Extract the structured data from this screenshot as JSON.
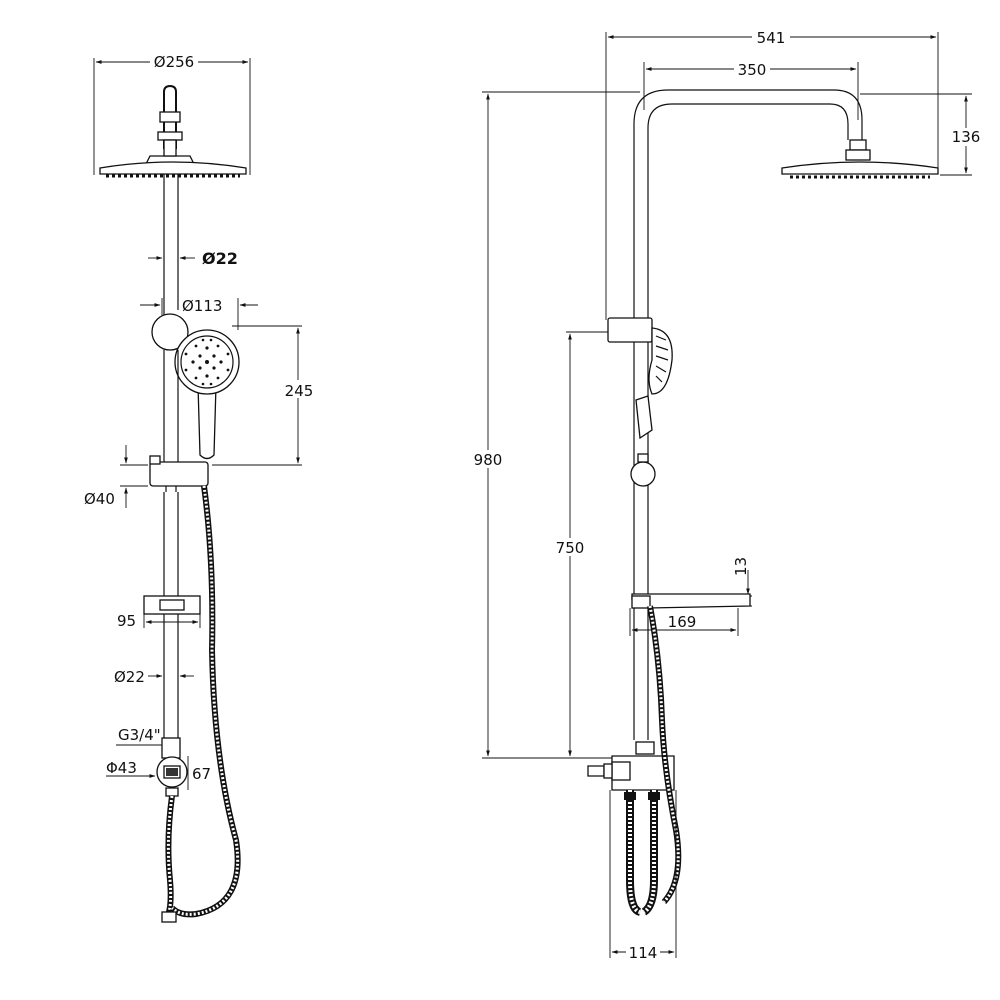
{
  "front_view": {
    "head_diameter": "Ø256",
    "rail_diameter_upper": "Ø22",
    "handset_diameter": "Ø113",
    "handset_height": "245",
    "holder_diameter": "Ø40",
    "shelf_width": "95",
    "rail_diameter_lower": "Ø22",
    "thread_size": "G3/4\"",
    "diverter_diameter": "Φ43",
    "diverter_height": "67"
  },
  "side_view": {
    "total_reach": "541",
    "arm_reach": "350",
    "head_drop": "136",
    "total_height": "980",
    "slider_height": "750",
    "shelf_thickness": "13",
    "shelf_depth": "169",
    "base_width": "114"
  },
  "colors": {
    "line": "#111111",
    "background": "#ffffff"
  }
}
